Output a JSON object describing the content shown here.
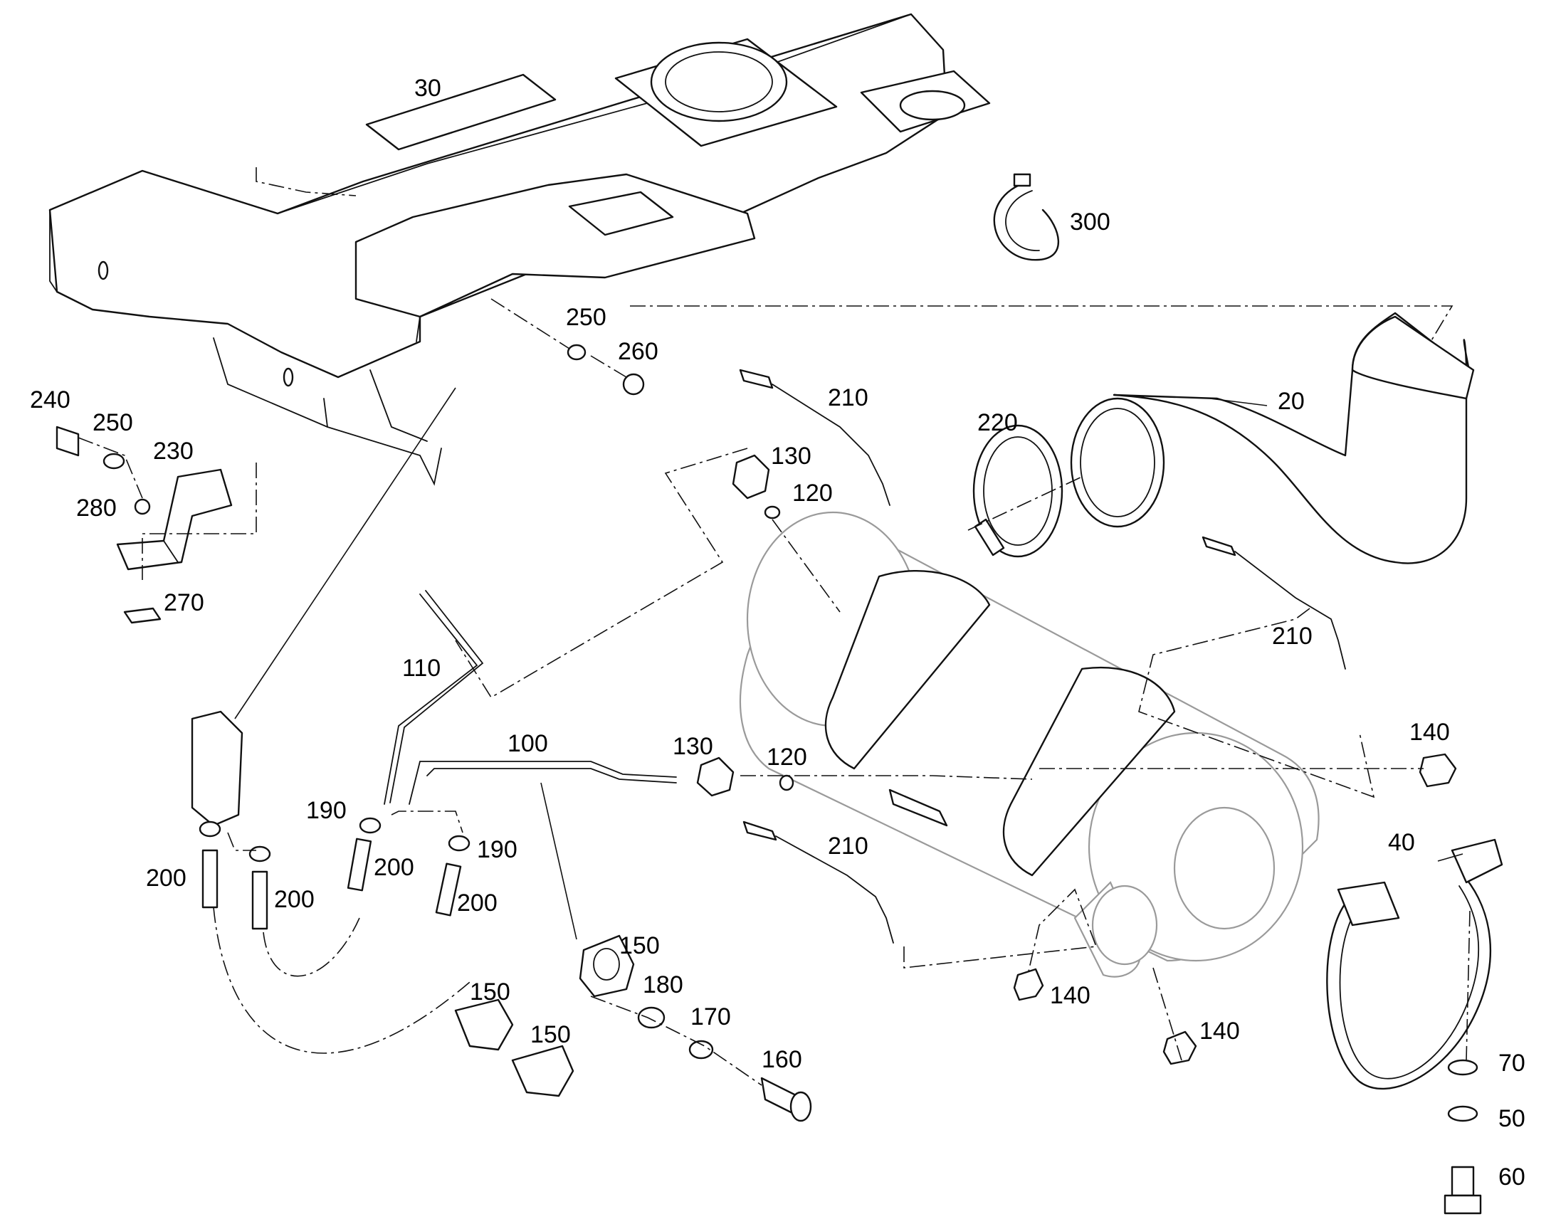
{
  "callouts": {
    "c20": "20",
    "c30": "30",
    "c40": "40",
    "c50": "50",
    "c60": "60",
    "c70": "70",
    "c100": "100",
    "c110": "110",
    "c120a": "120",
    "c120b": "120",
    "c130a": "130",
    "c130b": "130",
    "c140a": "140",
    "c140b": "140",
    "c140c": "140",
    "c150a": "150",
    "c150b": "150",
    "c150c": "150",
    "c160": "160",
    "c170": "170",
    "c180": "180",
    "c190a": "190",
    "c190b": "190",
    "c200a": "200",
    "c200b": "200",
    "c200c": "200",
    "c200d": "200",
    "c210a": "210",
    "c210b": "210",
    "c210c": "210",
    "c220": "220",
    "c230": "230",
    "c240": "240",
    "c250a": "250",
    "c250b": "250",
    "c260": "260",
    "c270": "270",
    "c280": "280",
    "c300": "300"
  }
}
